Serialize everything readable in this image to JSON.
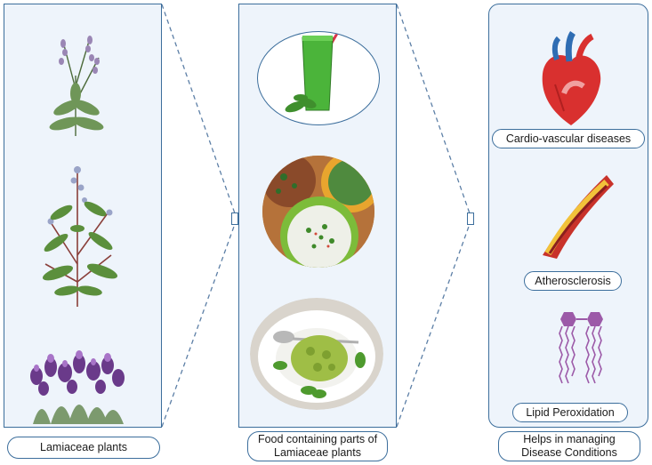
{
  "labels": {
    "plants": "Lamiaceae plants",
    "food_line1": "Food containing parts of",
    "food_line2": "Lamiaceae plants",
    "helps_line1": "Helps in managing",
    "helps_line2": "Disease Conditions",
    "cardio": "Cardio-vascular  diseases",
    "athero": "Atherosclerosis",
    "lipid": "Lipid Peroxidation"
  },
  "colors": {
    "panel_border": "#3c6e9c",
    "panel_fill": "#eef4fb",
    "dash_line": "#5c7fa6"
  },
  "icons": {
    "plant_top": "sage-plant-icon",
    "plant_mid": "flowering-herb-icon",
    "plant_bottom": "lavender-icon",
    "food_top": "green-smoothie-icon",
    "food_mid": "herb-dishes-icon",
    "food_bottom": "herb-salad-plate-icon",
    "heart": "heart-icon",
    "artery": "artery-plaque-icon",
    "lipid": "phospholipid-icon"
  }
}
